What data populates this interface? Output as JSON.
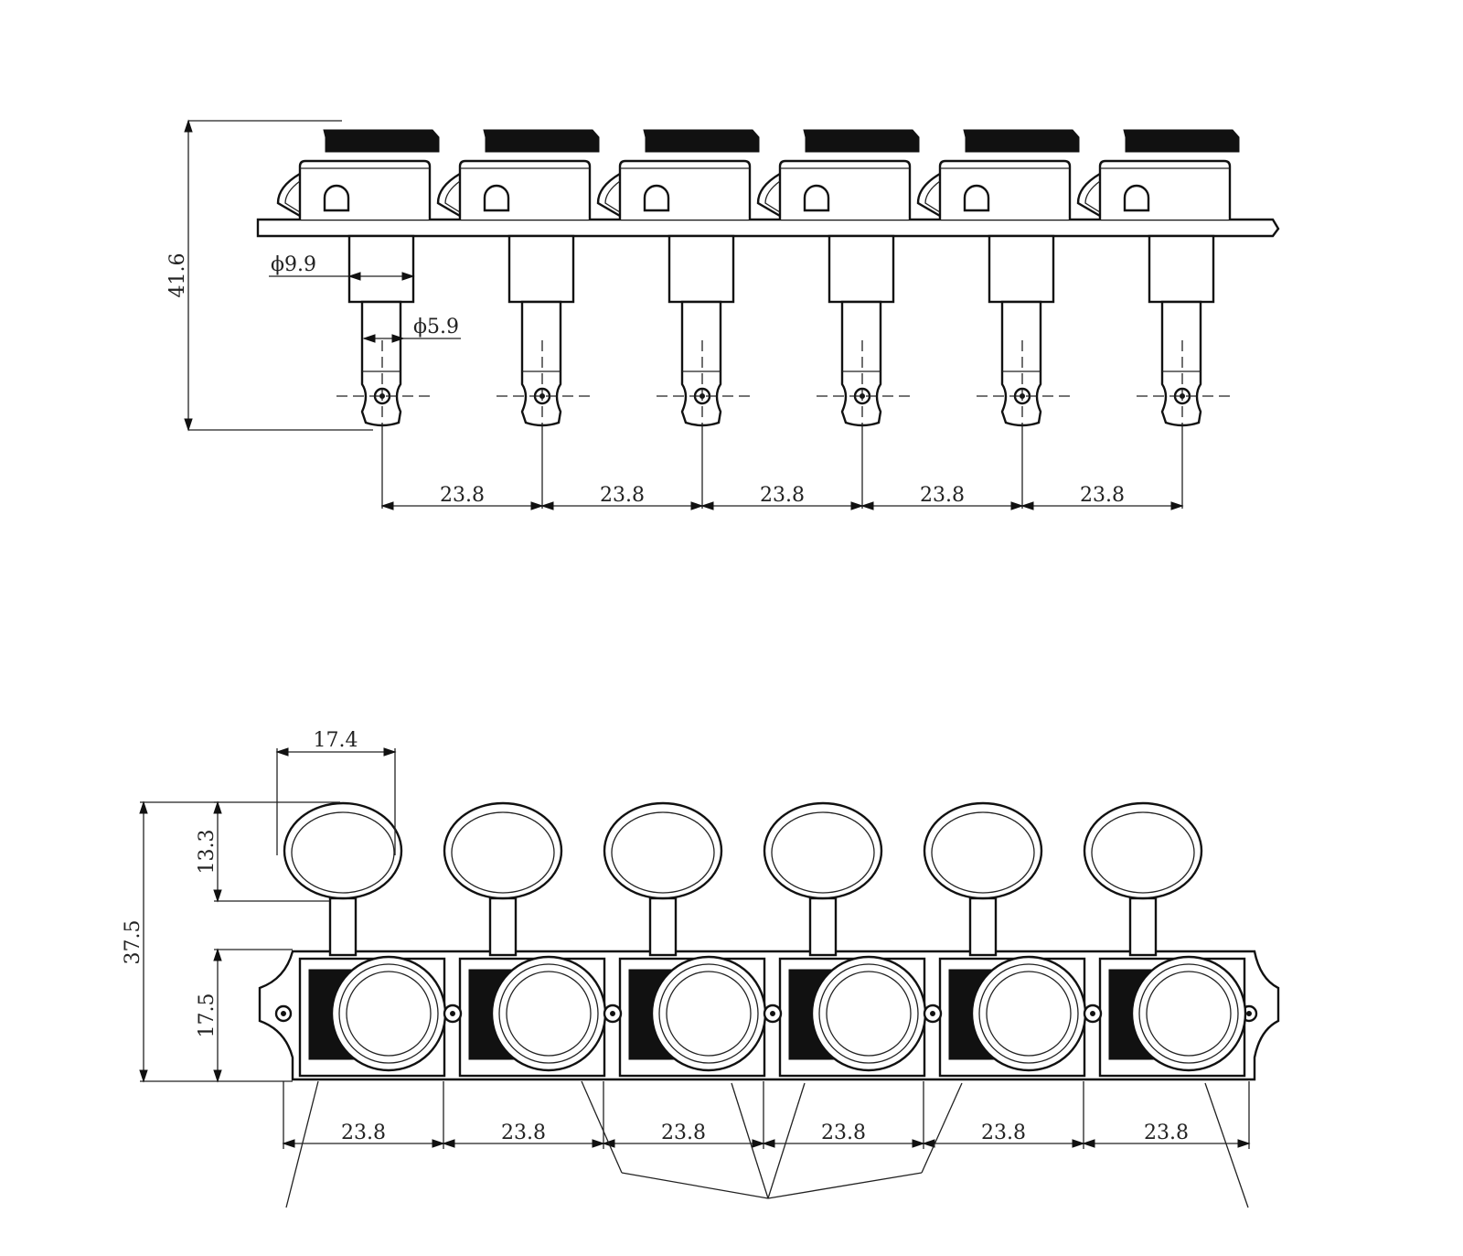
{
  "side_view": {
    "height_label": "41.6",
    "collar_dia_label": "ϕ9.9",
    "post_dia_label": "ϕ5.9",
    "pitch_label": "23.8",
    "tuner_count": 6
  },
  "top_view": {
    "knob_width_label": "17.4",
    "knob_height_label": "13.3",
    "total_height_label": "37.5",
    "plate_height_label": "17.5",
    "pitch_label": "23.8",
    "tuner_count": 6
  }
}
